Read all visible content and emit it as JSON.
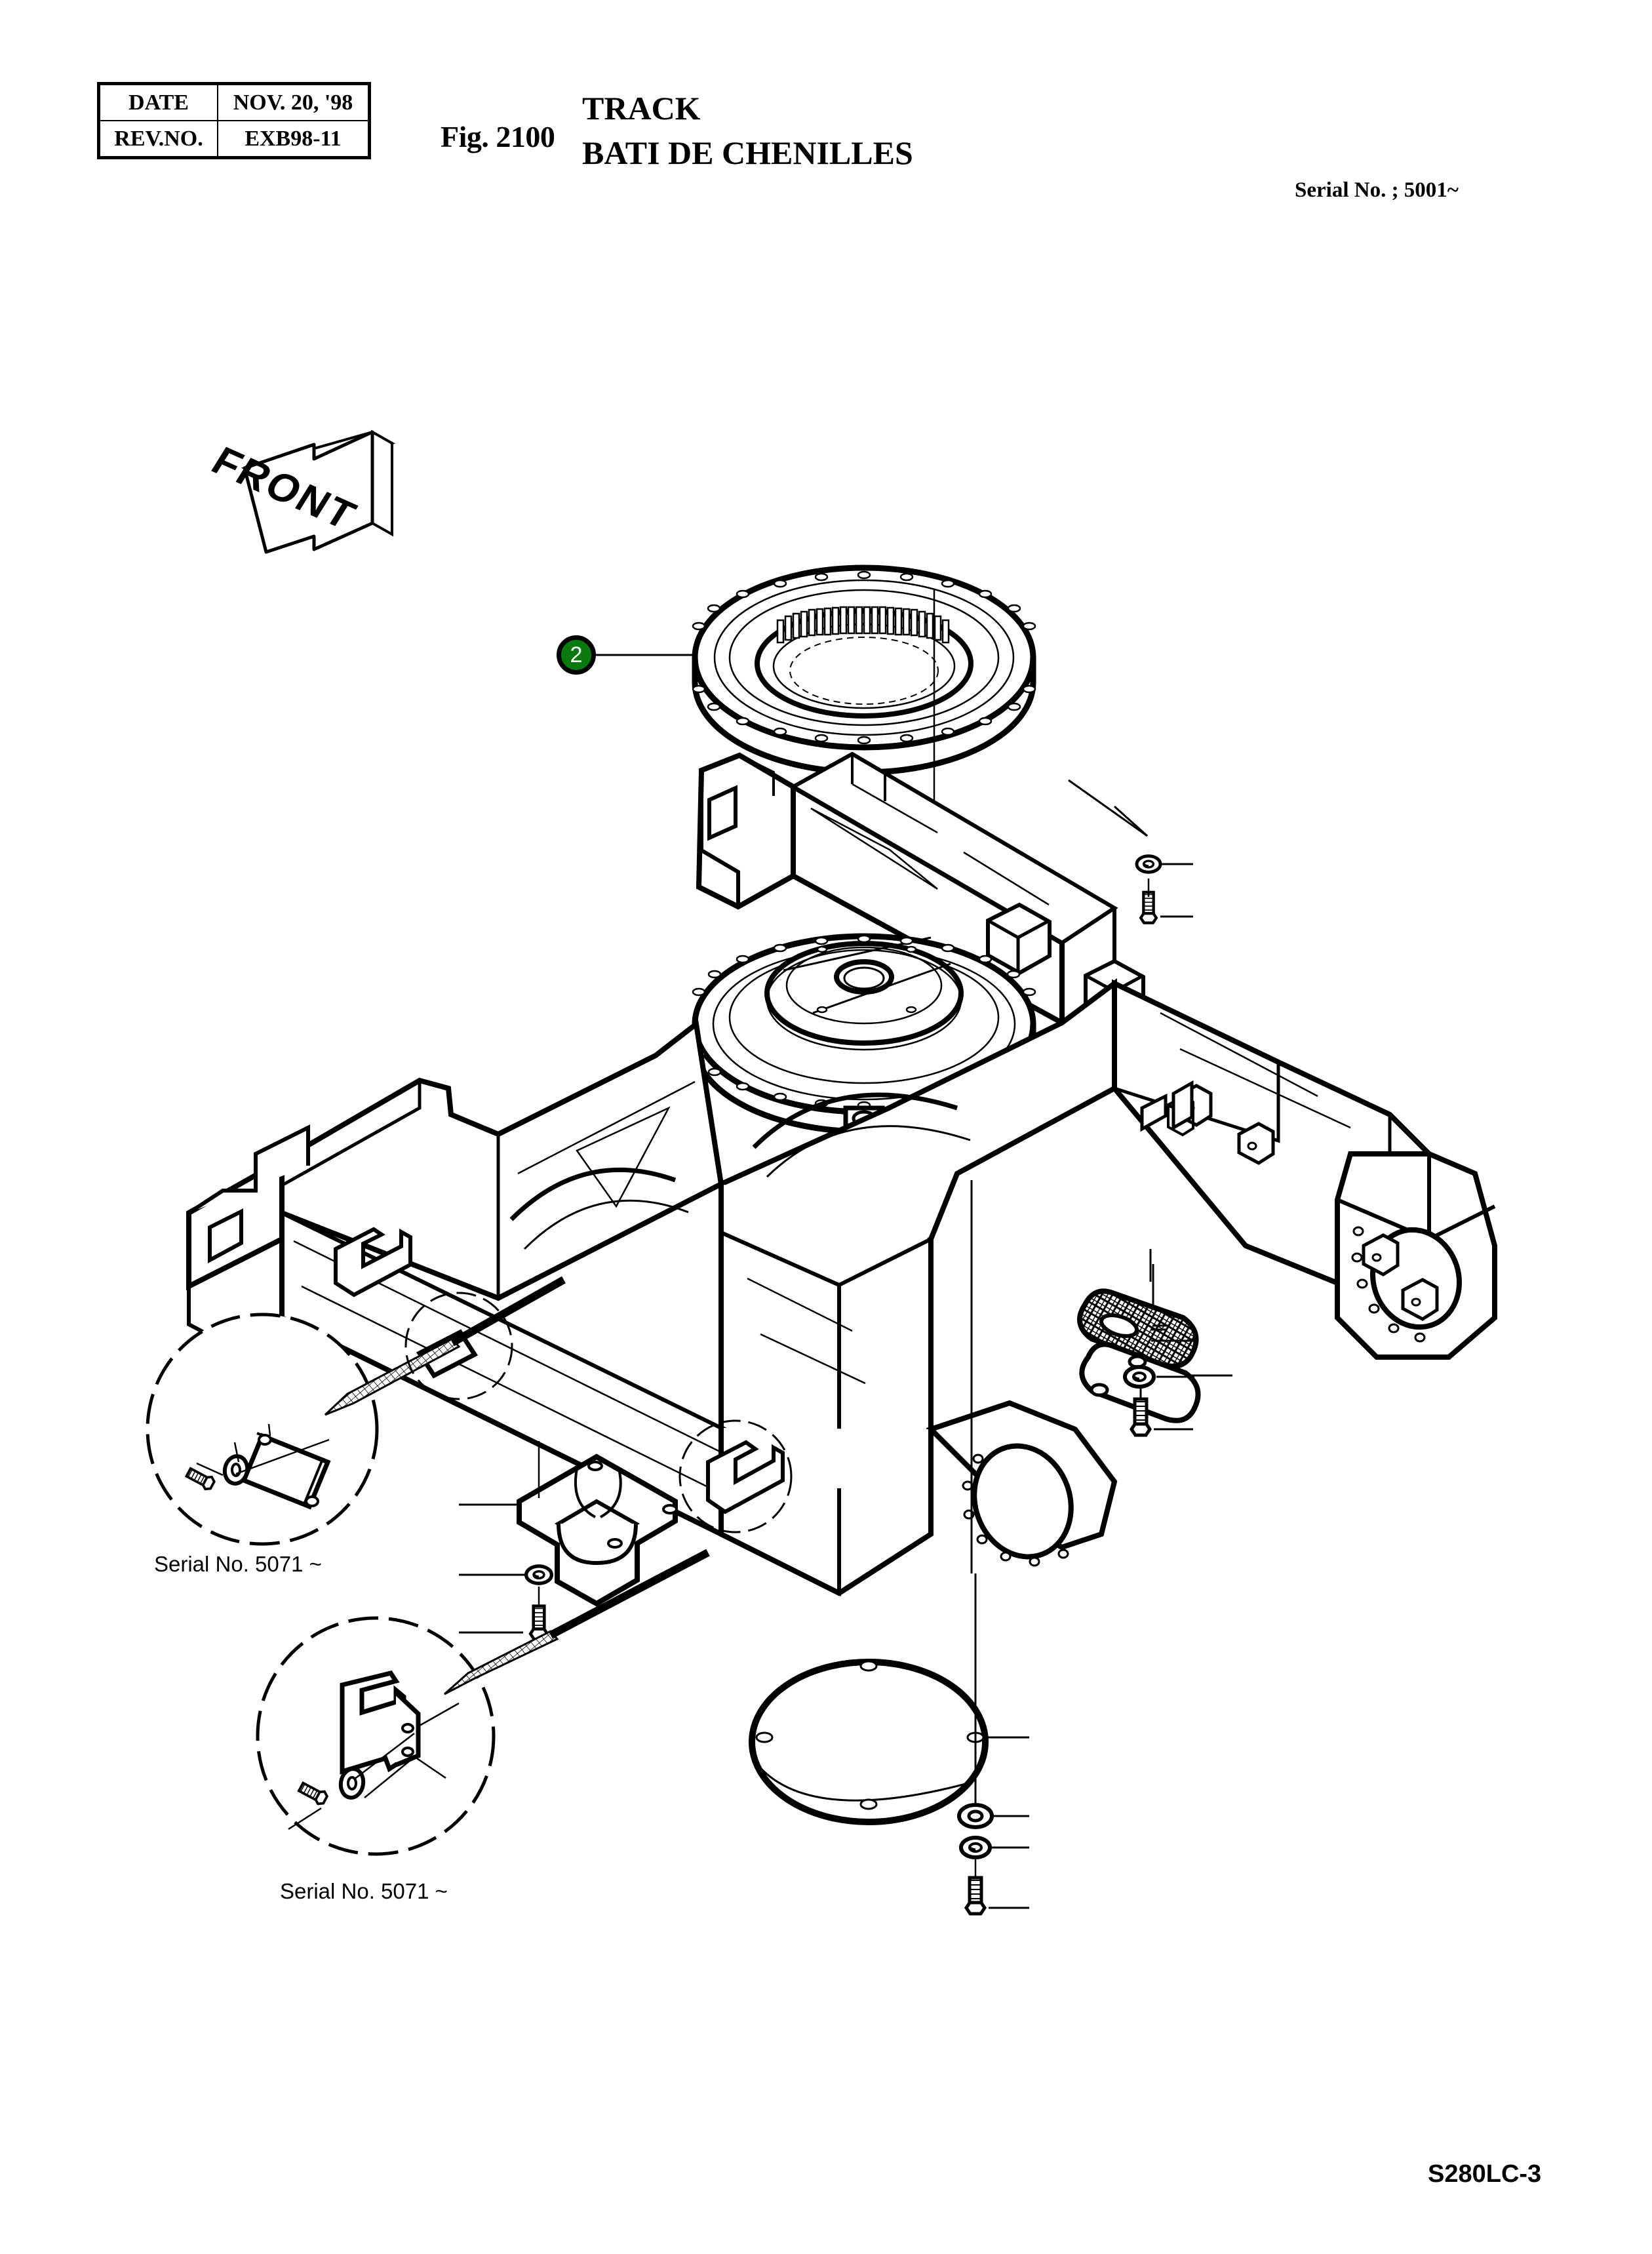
{
  "header": {
    "rows": [
      {
        "label": "DATE",
        "value": "NOV.  20, '98"
      },
      {
        "label": "REV.NO.",
        "value": "EXB98-11"
      }
    ],
    "figure_number": "Fig. 2100",
    "title_en": "TRACK",
    "title_fr": "BATI DE CHENILLES",
    "serial_note": "Serial No. ; 5001~"
  },
  "front_arrow": {
    "label": "FRONT"
  },
  "callouts": [
    {
      "number": "2",
      "color": "#0a7a10",
      "text_color": "#ffffff"
    }
  ],
  "detail_views": [
    {
      "caption": "Serial No. 5071 ~",
      "contents": "plate-washer-bolt"
    },
    {
      "caption": "Serial No. 5071 ~",
      "contents": "bracket-washer-bolt"
    }
  ],
  "assembly_parts": [
    {
      "name": "swing-bearing-ring",
      "note": "internal gear ring"
    },
    {
      "name": "track-frame-body",
      "note": "X-frame weldment"
    },
    {
      "name": "side-cover-gasket",
      "note": "hatched gasket"
    },
    {
      "name": "side-cover-plate",
      "note": "oval cover"
    },
    {
      "name": "side-cover-washer",
      "note": "spring washer"
    },
    {
      "name": "side-cover-bolt",
      "note": "hex bolt"
    },
    {
      "name": "center-bracket",
      "note": "guide bracket"
    },
    {
      "name": "center-bracket-washer",
      "note": "spring washer"
    },
    {
      "name": "center-bracket-bolt",
      "note": "hex bolt"
    },
    {
      "name": "bottom-round-cover",
      "note": "round access cover"
    },
    {
      "name": "bottom-cover-plain-washer",
      "note": "plain washer"
    },
    {
      "name": "bottom-cover-spring-washer",
      "note": "spring washer"
    },
    {
      "name": "bottom-cover-bolt",
      "note": "hex bolt"
    },
    {
      "name": "upper-frame-washer",
      "note": "spring washer"
    },
    {
      "name": "upper-frame-bolt",
      "note": "hex bolt"
    }
  ],
  "footer": {
    "model": "S280LC-3"
  }
}
